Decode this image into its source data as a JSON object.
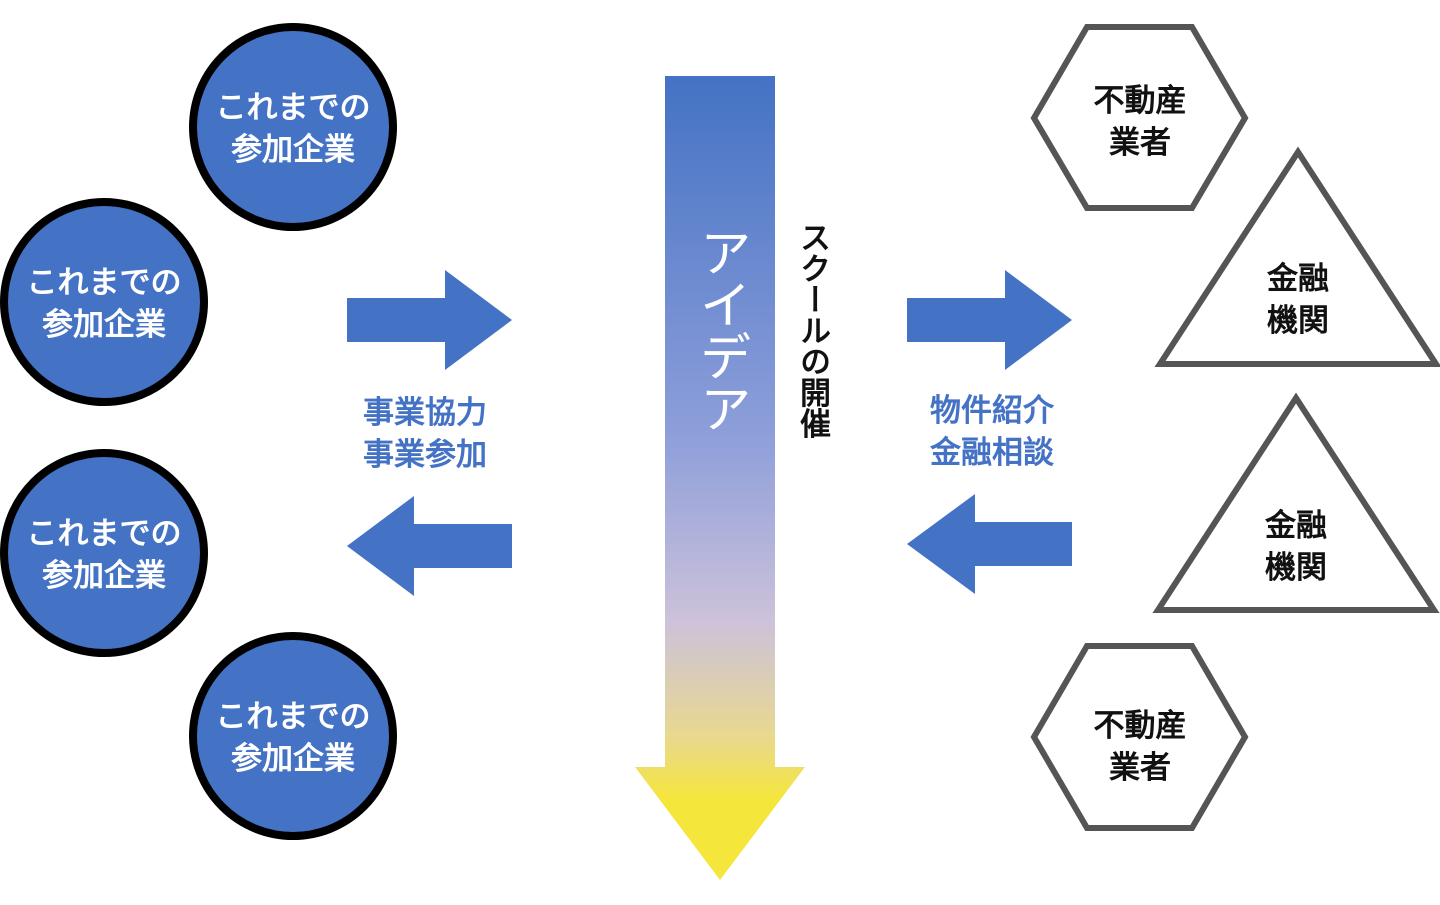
{
  "colors": {
    "blue": "#4472C4",
    "yellow": "#F5E63C",
    "outline": "#555555"
  },
  "left_nodes": [
    {
      "line1": "これまでの",
      "line2": "参加企業"
    },
    {
      "line1": "これまでの",
      "line2": "参加企業"
    },
    {
      "line1": "これまでの",
      "line2": "参加企業"
    },
    {
      "line1": "これまでの",
      "line2": "参加企業"
    }
  ],
  "left_label": {
    "line1": "事業協力",
    "line2": "事業参加"
  },
  "center": {
    "arrow_label": "アイデア",
    "side_label": "スクールの開催"
  },
  "right_label": {
    "line1": "物件紹介",
    "line2": "金融相談"
  },
  "right_nodes": [
    {
      "shape": "hexagon",
      "line1": "不動産",
      "line2": "業者"
    },
    {
      "shape": "triangle",
      "line1": "金融",
      "line2": "機関"
    },
    {
      "shape": "triangle",
      "line1": "金融",
      "line2": "機関"
    },
    {
      "shape": "hexagon",
      "line1": "不動産",
      "line2": "業者"
    }
  ]
}
